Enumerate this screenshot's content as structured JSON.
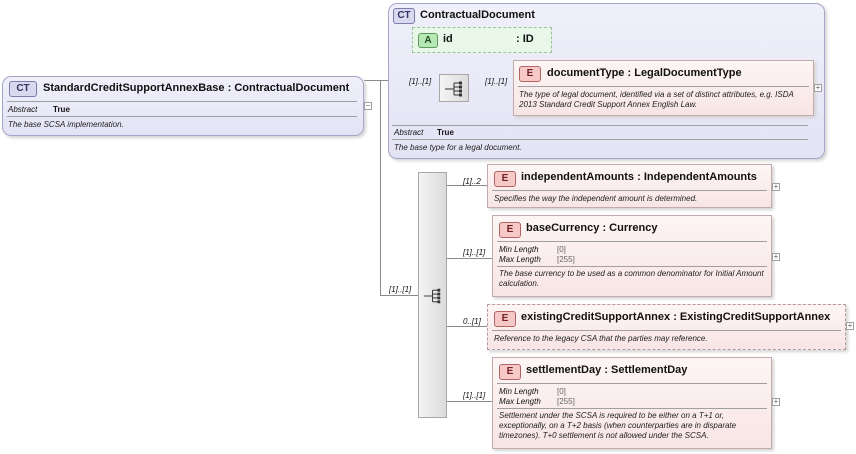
{
  "root": {
    "badge": "CT",
    "name": "StandardCreditSupportAnnexBase",
    "type": "ContractualDocument",
    "abstract_label": "Abstract",
    "abstract_value": "True",
    "doc": "The base SCSA implementation."
  },
  "base": {
    "badge": "CT",
    "name": "ContractualDocument",
    "attribute": {
      "badge": "A",
      "name": "id",
      "type": ": ID"
    },
    "seq_card_left": "[1]..[1]",
    "seq_card_right": "[1]..[1]",
    "element": {
      "badge": "E",
      "name": "documentType",
      "type": "LegalDocumentType",
      "doc": "The type of legal document, identified via a set of distinct attributes, e.g. ISDA 2013 Standard Credit Support Annex English Law."
    },
    "abstract_label": "Abstract",
    "abstract_value": "True",
    "doc": "The base type for a legal document."
  },
  "sequence": {
    "card": "[1]..[1]"
  },
  "elements": [
    {
      "badge": "E",
      "name": "independentAmounts",
      "type": "IndependentAmounts",
      "card": "[1]..2",
      "doc": "Specifies the way the independent amount is determined."
    },
    {
      "badge": "E",
      "name": "baseCurrency",
      "type": "Currency",
      "card": "[1]..[1]",
      "facets": [
        {
          "label": "Min Length",
          "value": "[0]"
        },
        {
          "label": "Max Length",
          "value": "[255]"
        }
      ],
      "doc": "The base currency to be used as a common denominator for Initial Amount calculation."
    },
    {
      "badge": "E",
      "name": "existingCreditSupportAnnex",
      "type": "ExistingCreditSupportAnnex",
      "card": "0..[1]",
      "doc": "Reference to the legacy CSA that the parties may reference."
    },
    {
      "badge": "E",
      "name": "settlementDay",
      "type": "SettlementDay",
      "card": "[1]..[1]",
      "facets": [
        {
          "label": "Min Length",
          "value": "[0]"
        },
        {
          "label": "Max Length",
          "value": "[255]"
        }
      ],
      "doc": "Settlement under the SCSA is required to be either on a T+1 or, exceptionally, on a T+2 basis (when counterparties are in disparate timezones). T+0 settlement is not allowed under the SCSA."
    }
  ],
  "type_separator": ":",
  "expander_symbol": "+",
  "collapse_symbol": "−",
  "colors": {
    "ct_fill": "#e8e8f6",
    "ct_border": "#a5a5c8",
    "element_fill": "#fbeeee",
    "element_border": "#c5aaaa",
    "attribute_fill": "#e9f7e9",
    "attribute_border": "#9cc49c"
  }
}
